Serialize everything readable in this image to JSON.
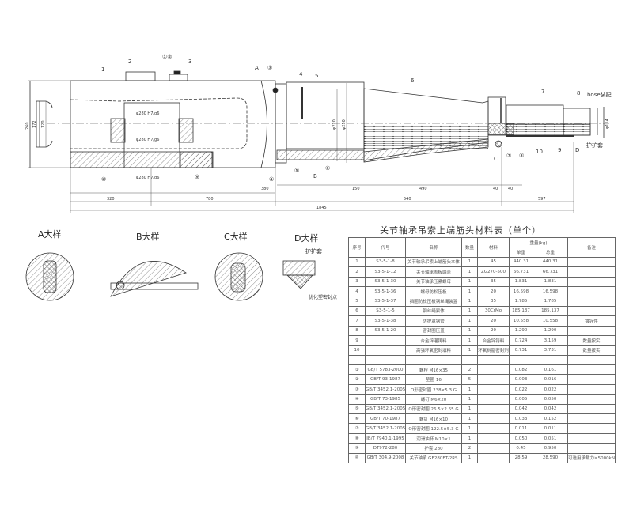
{
  "drawing": {
    "part_labels": [
      "1",
      "2",
      "3",
      "4",
      "5",
      "6",
      "7",
      "8",
      "9",
      "10"
    ],
    "circled_labels": [
      "①",
      "②",
      "③",
      "④",
      "⑤",
      "⑥",
      "⑦",
      "⑧",
      "⑨",
      "⑩"
    ],
    "balloon_12": "①②",
    "detail_markers": [
      "A",
      "B",
      "C",
      "D"
    ],
    "dim_labels": {
      "d1": "φ280 H7/g6",
      "d2": "φ280 H7/g6",
      "d3": "φ280 H7/g6",
      "bottom1": "320",
      "bottom2": "780",
      "bottom3": "1845",
      "seg1": "540",
      "seg2": "597",
      "seg3": "150",
      "seg4": "490",
      "seg5": "40",
      "seg6": "40",
      "seg7": "380",
      "h1": "260",
      "h2": "172",
      "h3": "120",
      "v1": "φ220",
      "v2": "φ250",
      "v3": "φ114"
    },
    "hose_label": "hose装配",
    "sheath_label": "护护套"
  },
  "details": {
    "a_title": "A大样",
    "b_title": "B大样",
    "c_title": "C大样",
    "d_title": "D大样",
    "d_note_top": "护护套",
    "d_note_bottom": "优化塑密封点"
  },
  "table": {
    "title": "关节轴承吊索上端筋头材料表（单个）",
    "headers": {
      "no": "序号",
      "code": "代号",
      "name": "名称",
      "qty": "数量",
      "material": "材料",
      "weight": "重量(kg)",
      "unit": "单重",
      "total": "总重",
      "remark": "备注"
    },
    "rows": [
      [
        "1",
        "S3-5-1-8",
        "关节轴承吊索上端筋头本体",
        "1",
        "45",
        "440.31",
        "440.31",
        ""
      ],
      [
        "2",
        "S3-5-1-12",
        "关节轴承盖板端盖",
        "1",
        "ZG270-500",
        "66.731",
        "66.731",
        ""
      ],
      [
        "3",
        "S3-5-1-30",
        "关节轴承压紧螺母",
        "1",
        "35",
        "1.831",
        "1.831",
        ""
      ],
      [
        "4",
        "S3-5-1-36",
        "螺母防松压板",
        "1",
        "20",
        "16.598",
        "16.598",
        ""
      ],
      [
        "5",
        "S3-5-1-37",
        "挡圈防松压板钢丝绳装置",
        "1",
        "35",
        "1.785",
        "1.785",
        ""
      ],
      [
        "6",
        "S3-5-1-5",
        "钢丝绳索体",
        "1",
        "30CrMo",
        "185.137",
        "185.137",
        ""
      ],
      [
        "7",
        "S3-5-1-38",
        "防护罩钢管",
        "1",
        "20",
        "10.558",
        "10.558",
        "镀锌件"
      ],
      [
        "8",
        "S3-5-1-20",
        "密封圈压盖",
        "1",
        "20",
        "1.290",
        "1.290",
        ""
      ],
      [
        "9",
        "",
        "合金锌灌铸料",
        "1",
        "合金锌铸料",
        "0.724",
        "3.159",
        "数量按实"
      ],
      [
        "10",
        "",
        "高强环氧密封填料",
        "1",
        "环氧树脂密封剂",
        "0.731",
        "3.731",
        "数量按实"
      ],
      [
        "",
        "",
        "",
        "",
        "",
        "",
        "",
        ""
      ],
      [
        "①",
        "GB/T 5783-2000",
        "螺栓 M16×35",
        "2",
        "",
        "0.082",
        "0.161",
        ""
      ],
      [
        "②",
        "GB/T 93-1987",
        "垫圈 16",
        "5",
        "",
        "0.003",
        "0.016",
        ""
      ],
      [
        "③",
        "GB/T 3452.1-2005",
        "O形密封圈 238×5.3 G",
        "1",
        "",
        "0.022",
        "0.022",
        ""
      ],
      [
        "④",
        "GB/T 73-1985",
        "螺钉 M6×20",
        "1",
        "",
        "0.005",
        "0.050",
        ""
      ],
      [
        "⑤",
        "GB/T 3452.1-2005",
        "O形密封圈 26.5×2.65 G",
        "1",
        "",
        "0.042",
        "0.042",
        ""
      ],
      [
        "⑥",
        "GB/T 70-1987",
        "螺钉 M16×10",
        "1",
        "",
        "0.033",
        "0.152",
        ""
      ],
      [
        "⑦",
        "GB/T 3452.1-2005",
        "O形密封圈 122.5×5.3 G",
        "1",
        "",
        "0.011",
        "0.011",
        ""
      ],
      [
        "⑧",
        "JB/T 7940.1-1995",
        "润滑油杯 M10×1",
        "1",
        "",
        "0.050",
        "0.051",
        ""
      ],
      [
        "⑨",
        "DT972-280",
        "护套 280",
        "2",
        "",
        "0.45",
        "0.950",
        ""
      ],
      [
        "⑩",
        "GB/T 304.9-2008",
        "关节轴承 GE280ET-2RS",
        "1",
        "",
        "28.59",
        "28.590",
        "可选用承载力≥5000kN"
      ]
    ]
  }
}
